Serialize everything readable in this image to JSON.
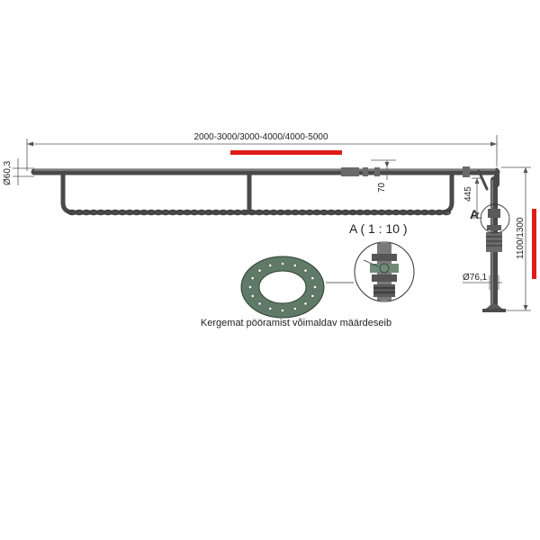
{
  "dimensions": {
    "span": "2000-3000/3000-4000/4000-5000",
    "arm_diameter": "Ø60,3",
    "offset_70": "70",
    "offset_445": "445",
    "height": "1100/1300",
    "post_diameter": "Ø76,1"
  },
  "detail": {
    "marker": "A",
    "label": "A ( 1 : 10 )"
  },
  "caption": "Kergemat pööramist võimaldav määrdeseib",
  "colors": {
    "highlight": "#e11b1b",
    "washer": "#5f7a67",
    "pipe": "#4a4a4a"
  }
}
